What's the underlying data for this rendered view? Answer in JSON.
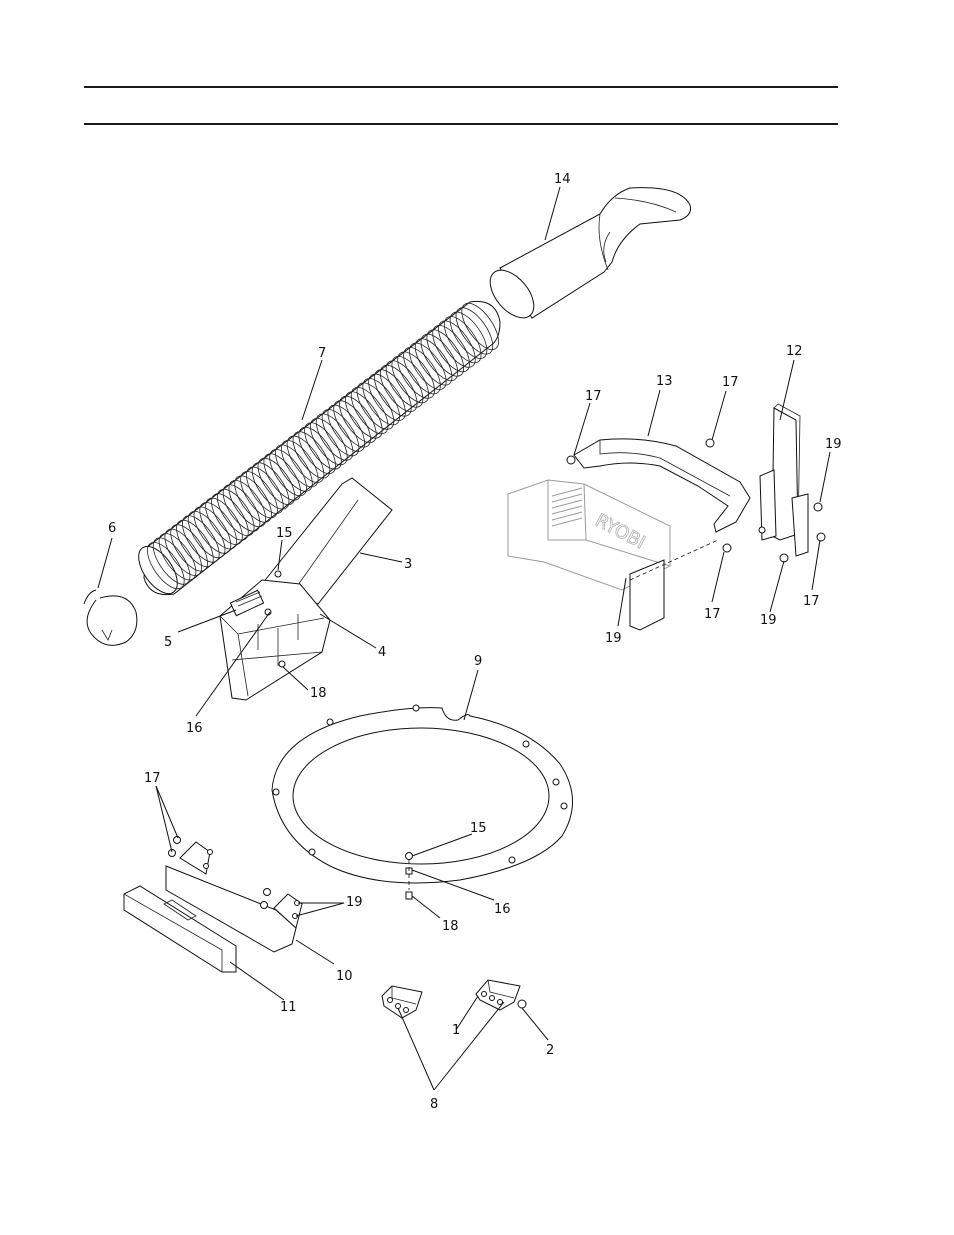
{
  "callouts": {
    "c14": "14",
    "c7": "7",
    "c12": "12",
    "c13": "13",
    "c17a": "17",
    "c17b": "17",
    "c19a": "19",
    "c6": "6",
    "c15a": "15",
    "c3": "3",
    "c5": "5",
    "c4": "4",
    "c18a": "18",
    "c16a": "16",
    "c19b": "19",
    "c17c": "17",
    "c19c": "19",
    "c17d": "17",
    "c9": "9",
    "c17e": "17",
    "c15b": "15",
    "c16b": "16",
    "c18b": "18",
    "c19d": "19",
    "c10": "10",
    "c11": "11",
    "c1": "1",
    "c2": "2",
    "c8": "8"
  }
}
